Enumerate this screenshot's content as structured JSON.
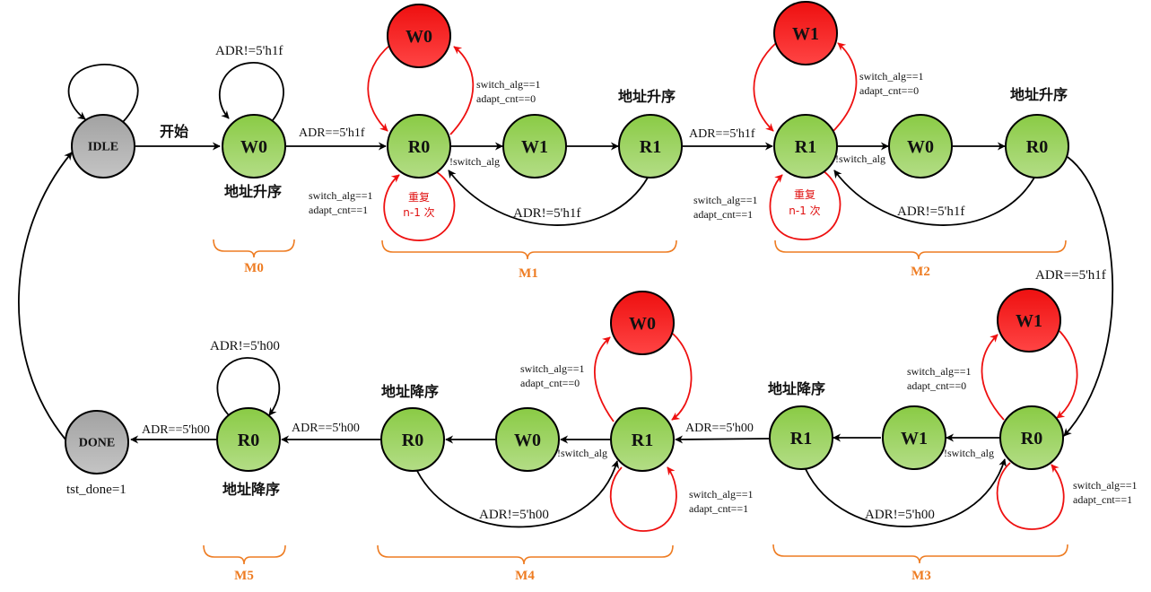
{
  "diagram": {
    "type": "state-machine",
    "colors": {
      "normal_state": "#8fcd4f",
      "special_state": "#ee1c1c",
      "terminal_state": "#a9a9a9",
      "edge": "#000000",
      "special_edge": "#ee1010",
      "group_bracket": "#ee7c22"
    },
    "states": {
      "idle": "IDLE",
      "done": "DONE",
      "m0_w0": "W0",
      "m1_r0": "R0",
      "m1_w0_red": "W0",
      "m1_w1": "W1",
      "m1_r1": "R1",
      "m2_r1": "R1",
      "m2_w1_red": "W1",
      "m2_w0": "W0",
      "m2_r0": "R0",
      "m3_r0": "R0",
      "m3_w1_red": "W1",
      "m3_w1": "W1",
      "m3_r1": "R1",
      "m4_r1": "R1",
      "m4_w0_red": "W0",
      "m4_w0": "W0",
      "m4_r0": "R0",
      "m5_r0": "R0"
    },
    "labels": {
      "start": "开始",
      "asc": "地址升序",
      "desc": "地址降序",
      "tst_done": "tst_done=1",
      "repeat_line1": "重复",
      "repeat_line2": "n-1 次",
      "adr_ne_1f": "ADR!=5'h1f",
      "adr_eq_1f": "ADR==5'h1f",
      "adr_ne_00": "ADR!=5'h00",
      "adr_eq_00": "ADR==5'h00",
      "switch_alg_1": "switch_alg==1",
      "adapt_cnt_0": "adapt_cnt==0",
      "adapt_cnt_1": "adapt_cnt==1",
      "not_switch_alg": "!switch_alg"
    },
    "groups": {
      "m0": "M0",
      "m1": "M1",
      "m2": "M2",
      "m3": "M3",
      "m4": "M4",
      "m5": "M5"
    }
  }
}
